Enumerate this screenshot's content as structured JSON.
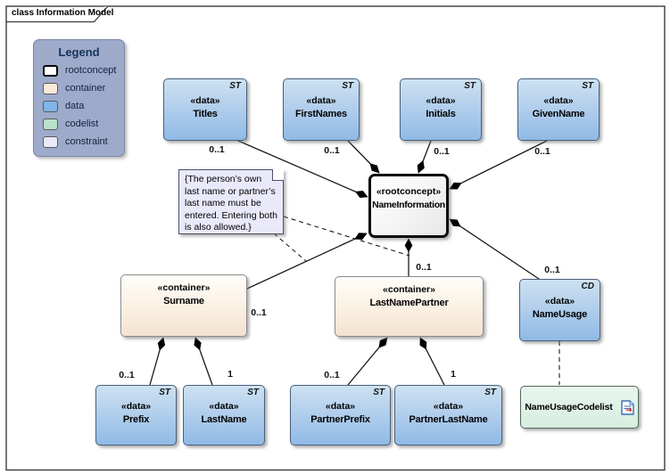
{
  "frame": {
    "title": "class Information Model"
  },
  "legend": {
    "title": "Legend",
    "items": [
      {
        "label": "rootconcept",
        "color": "#ffffff"
      },
      {
        "label": "container",
        "color": "#fae8d9"
      },
      {
        "label": "data",
        "color": "#7fb5e8"
      },
      {
        "label": "codelist",
        "color": "#b8e2c8"
      },
      {
        "label": "constraint",
        "color": "#e9e9f8"
      }
    ]
  },
  "nodes": {
    "titles": {
      "stereotype": "«data»",
      "name": "Titles",
      "marker": "ST"
    },
    "firstnames": {
      "stereotype": "«data»",
      "name": "FirstNames",
      "marker": "ST"
    },
    "initials": {
      "stereotype": "«data»",
      "name": "Initials",
      "marker": "ST"
    },
    "givenname": {
      "stereotype": "«data»",
      "name": "GivenName",
      "marker": "ST"
    },
    "nameinformation": {
      "stereotype": "«rootconcept»",
      "name": "NameInformation"
    },
    "surname": {
      "stereotype": "«container»",
      "name": "Surname"
    },
    "lastnamepartner": {
      "stereotype": "«container»",
      "name": "LastNamePartner"
    },
    "nameusage": {
      "stereotype": "«data»",
      "name": "NameUsage",
      "marker": "CD"
    },
    "nameusagecodelist": {
      "name": "NameUsageCodelist"
    },
    "prefix": {
      "stereotype": "«data»",
      "name": "Prefix",
      "marker": "ST"
    },
    "lastname": {
      "stereotype": "«data»",
      "name": "LastName",
      "marker": "ST"
    },
    "partnerprefix": {
      "stereotype": "«data»",
      "name": "PartnerPrefix",
      "marker": "ST"
    },
    "partnerlastname": {
      "stereotype": "«data»",
      "name": "PartnerLastName",
      "marker": "ST"
    }
  },
  "note": {
    "text": "{The person’s own last name or partner’s last name must be entered. Entering both is also allowed.}"
  },
  "multiplicities": {
    "titles": "0..1",
    "firstnames": "0..1",
    "initials": "0..1",
    "givenname": "0..1",
    "surname": "0..1",
    "lastnamepartner": "0..1",
    "nameusage": "0..1",
    "prefix": "0..1",
    "lastname": "1",
    "partnerprefix": "0..1",
    "partnerlastname": "1"
  }
}
